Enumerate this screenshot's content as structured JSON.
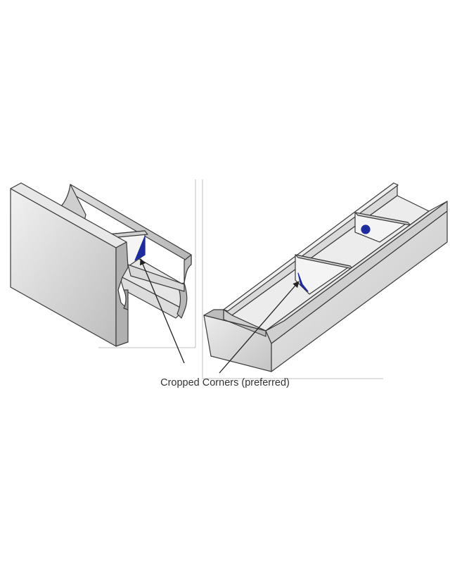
{
  "caption": "Cropped Corners (preferred)",
  "colors": {
    "steel_light": "#eeeeee",
    "steel_mid": "#d4d4d4",
    "steel_dark": "#a8a8a8",
    "outline": "#3a3a3a",
    "highlight": "#1f2c9e",
    "leader": "#222222",
    "frame_line": "#bdbdbd"
  },
  "icons": [
    "i-beam-stiffener",
    "channel-stiffener",
    "arrow-leader"
  ]
}
